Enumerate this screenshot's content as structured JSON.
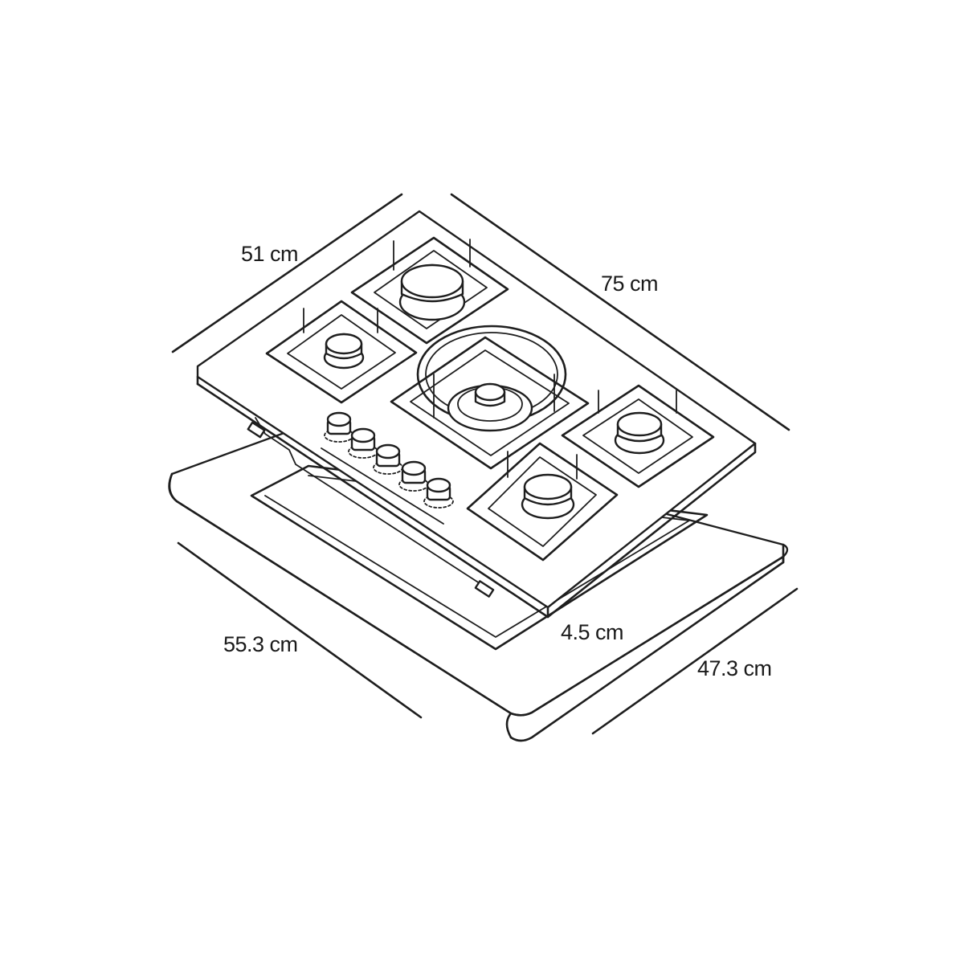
{
  "dimensions": {
    "hob_depth": "51 cm",
    "hob_width": "75 cm",
    "cutout_width": "55.3 cm",
    "cutout_depth": "47.3 cm",
    "height": "4.5 cm"
  },
  "components": {
    "burners": 5,
    "knobs": 5
  }
}
